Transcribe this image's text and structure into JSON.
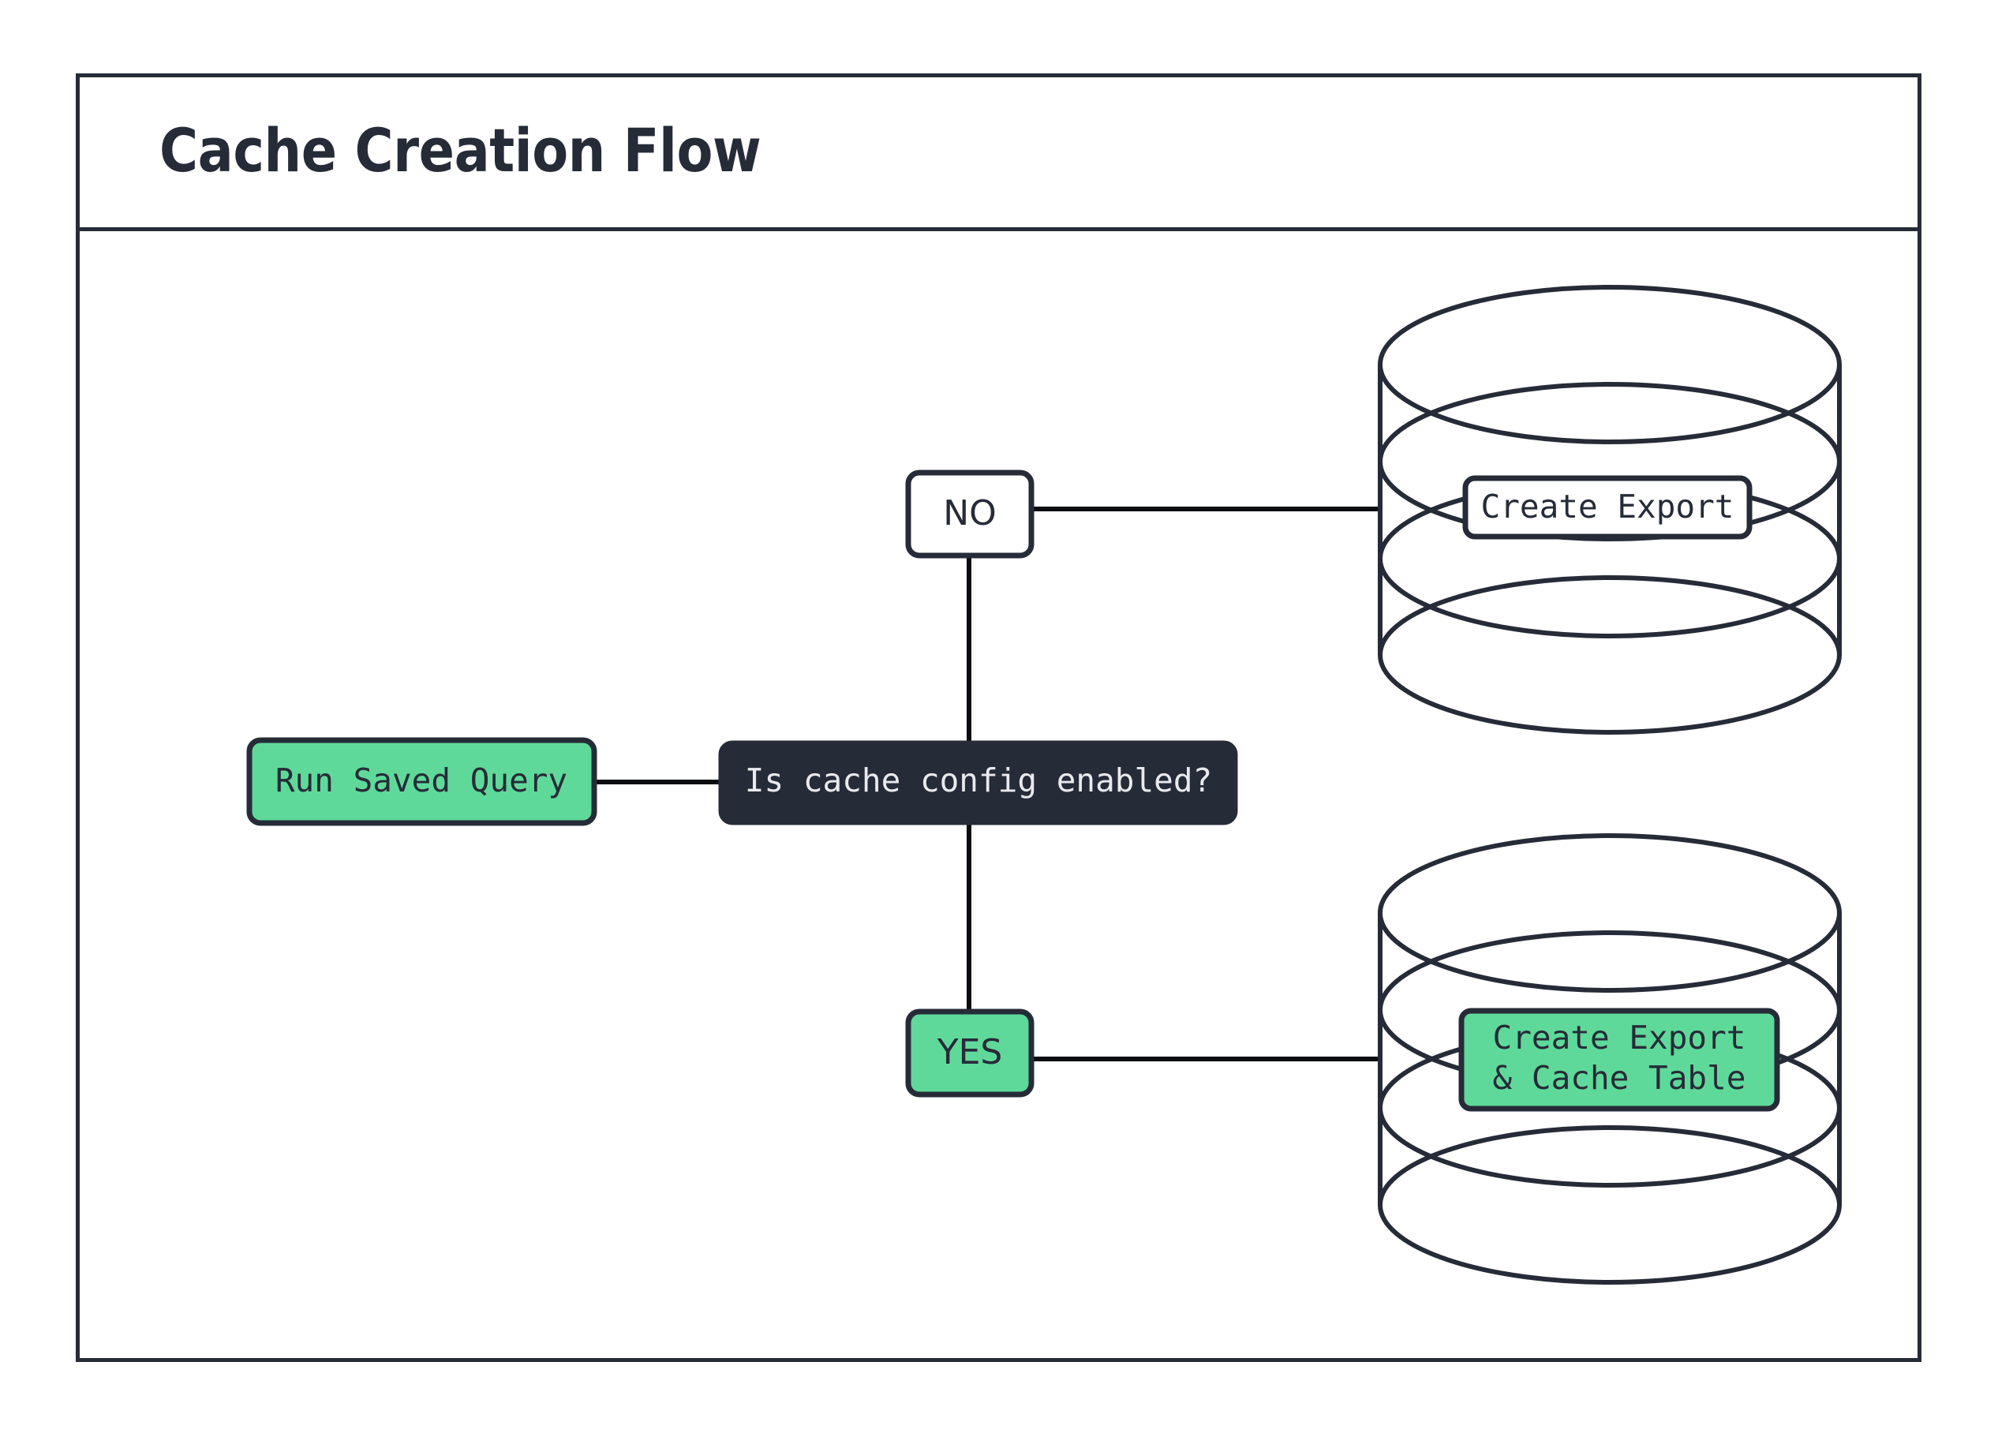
{
  "diagram": {
    "title": "Cache Creation Flow",
    "type": "flowchart",
    "colors": {
      "accent_green": "#5fd99a",
      "dark_navy": "#262b38",
      "white": "#ffffff",
      "edge": "#0b0d10"
    },
    "nodes": [
      {
        "id": "run-saved-query",
        "label": "Run Saved Query",
        "shape": "rounded-rect",
        "fill": "green",
        "font": "mono"
      },
      {
        "id": "decision",
        "label": "Is cache config enabled?",
        "shape": "rounded-rect",
        "fill": "dark",
        "font": "mono"
      },
      {
        "id": "branch-no",
        "label": "NO",
        "shape": "rounded-rect",
        "fill": "white",
        "font": "sans"
      },
      {
        "id": "branch-yes",
        "label": "YES",
        "shape": "rounded-rect",
        "fill": "green",
        "font": "sans"
      },
      {
        "id": "db-export",
        "label": "Create Export",
        "shape": "database-cylinder",
        "fill": "white",
        "font": "mono"
      },
      {
        "id": "db-export-cache",
        "label_line1": "Create Export",
        "label_line2": "& Cache Table",
        "shape": "database-cylinder",
        "fill": "green",
        "font": "mono"
      }
    ],
    "edges": [
      {
        "from": "run-saved-query",
        "to": "decision"
      },
      {
        "from": "decision",
        "to": "branch-no"
      },
      {
        "from": "decision",
        "to": "branch-yes"
      },
      {
        "from": "branch-no",
        "to": "db-export"
      },
      {
        "from": "branch-yes",
        "to": "db-export-cache"
      }
    ]
  }
}
